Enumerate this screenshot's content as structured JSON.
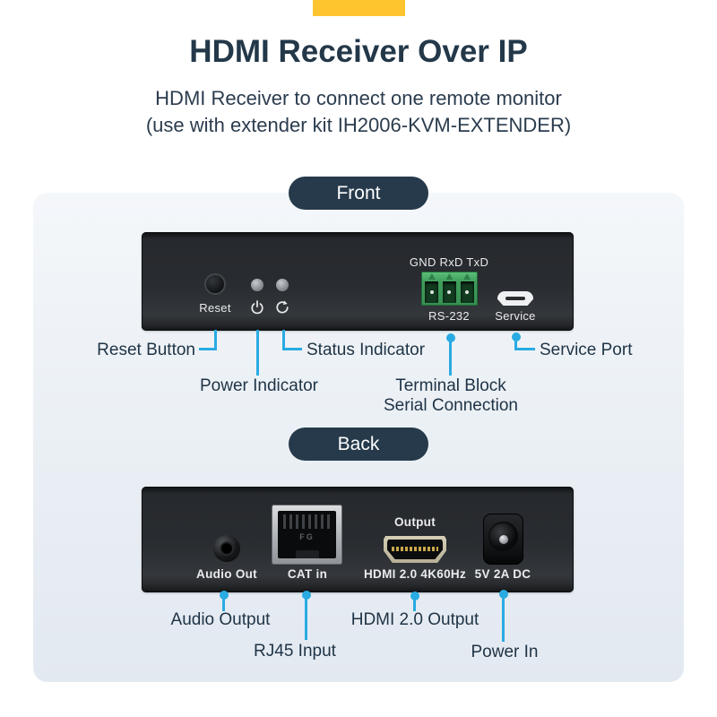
{
  "header": {
    "title": "HDMI Receiver Over IP",
    "subtitle_line1": "HDMI Receiver to connect one remote monitor",
    "subtitle_line2": "(use with extender kit IH2006-KVM-EXTENDER)"
  },
  "front": {
    "label": "Front",
    "device": {
      "reset": "Reset",
      "serial_header": "GND RxD TxD",
      "serial_port": "RS-232",
      "service_port": "Service"
    },
    "callouts": {
      "reset": "Reset Button",
      "power": "Power Indicator",
      "status": "Status Indicator",
      "terminal_line1": "Terminal Block",
      "terminal_line2": "Serial Connection",
      "service": "Service Port"
    }
  },
  "back": {
    "label": "Back",
    "device": {
      "audio": "Audio Out",
      "cat": "CAT in",
      "hdmi_top": "Output",
      "hdmi": "HDMI 2.0 4K60Hz",
      "power": "5V 2A DC",
      "rj45_marking": "FG"
    },
    "callouts": {
      "audio": "Audio Output",
      "rj45": "RJ45 Input",
      "hdmi": "HDMI 2.0 Output",
      "power": "Power In"
    }
  },
  "icons": {
    "power_indicator": "power-icon",
    "status_indicator": "refresh-icon"
  },
  "colors": {
    "accent_yellow": "#FFC52F",
    "callout_blue": "#29ABE2",
    "navy": "#263A4B",
    "panel_bg": "#E7EDF4"
  }
}
